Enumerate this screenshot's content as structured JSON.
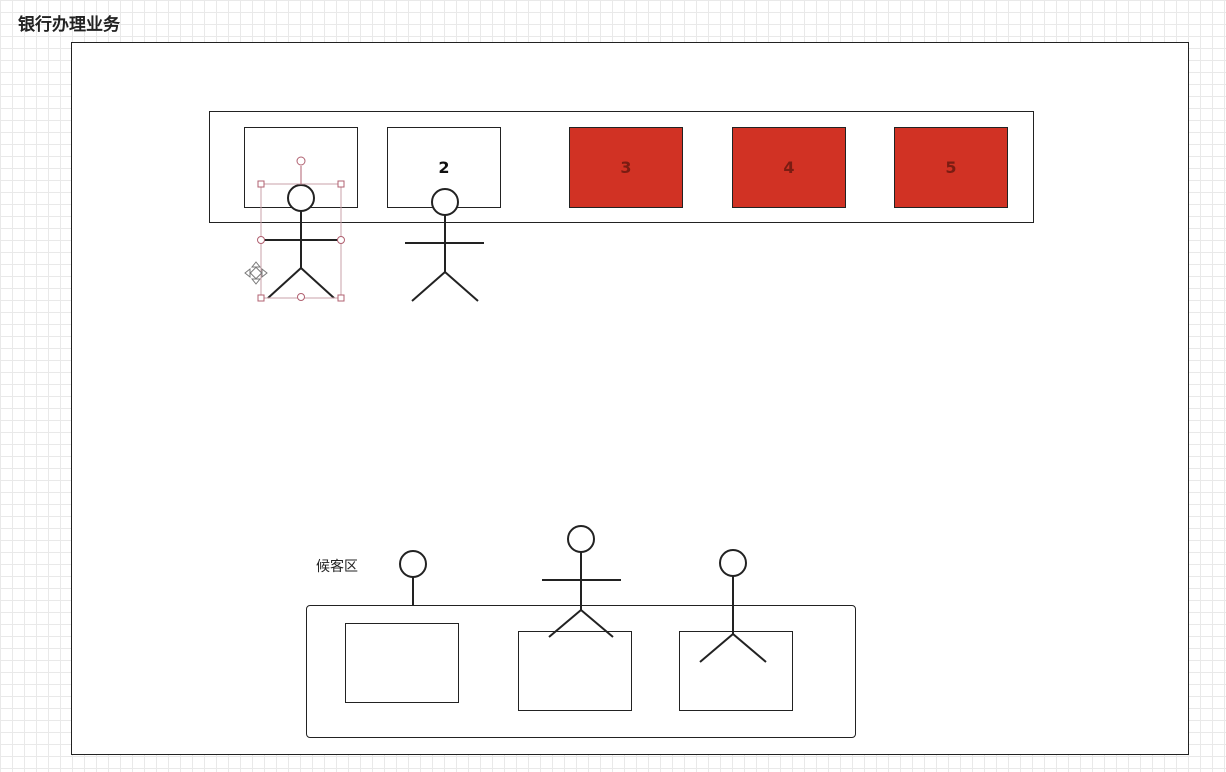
{
  "title": "银行办理业务",
  "windows": [
    {
      "label": "",
      "color": "#ffffff"
    },
    {
      "label": "2",
      "color": "#ffffff"
    },
    {
      "label": "3",
      "color": "#d13224"
    },
    {
      "label": "4",
      "color": "#d13224"
    },
    {
      "label": "5",
      "color": "#d13224"
    }
  ],
  "waiting_area": {
    "label": "候客区",
    "seats": 3
  },
  "icons": {
    "move": "move-cross-icon"
  }
}
